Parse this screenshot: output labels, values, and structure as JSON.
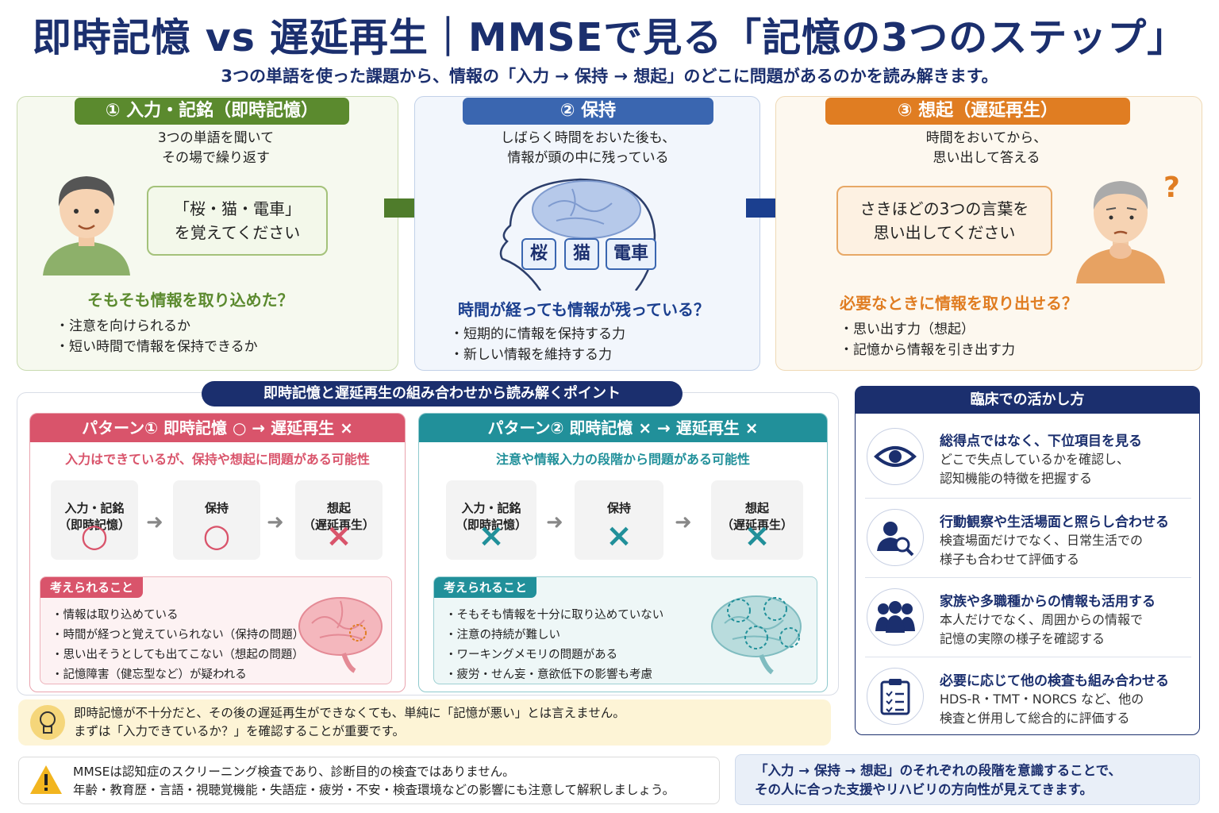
{
  "header": {
    "title": "即時記憶 vs 遅延再生｜MMSEで見る「記憶の3つのステップ」",
    "subtitle": "3つの単語を使った課題から、情報の「入力 → 保持 → 想起」のどこに問題があるのかを読み解きます。"
  },
  "stages": [
    {
      "label": "① 入力・記銘（即時記憶）",
      "desc": "3つの単語を聞いて\nその場で繰り返す",
      "bubble": "「桜・猫・電車」\nを覚えてください",
      "question": "そもそも情報を取り込めた？",
      "bullets": "・注意を向けられるか\n・短い時間で情報を保持できるか",
      "color": "#5b8a2e"
    },
    {
      "label": "② 保持",
      "desc": "しばらく時間をおいた後も、\n情報が頭の中に残っている",
      "words": [
        "桜",
        "猫",
        "電車"
      ],
      "question": "時間が経っても情報が残っている？",
      "bullets": "・短期的に情報を保持する力\n・新しい情報を維持する力",
      "color": "#3a66b0"
    },
    {
      "label": "③ 想起（遅延再生）",
      "desc": "時間をおいてから、\n思い出して答える",
      "bubble": "さきほどの3つの言葉を\n思い出してください",
      "question": "必要なときに情報を取り出せる？",
      "bullets": "・思い出す力（想起）\n・記憶から情報を引き出す力",
      "color": "#e07d22"
    }
  ],
  "patterns_section": {
    "title": "即時記憶と遅延再生の組み合わせから読み解くポイント",
    "steps": [
      "入力・記銘\n（即時記憶）",
      "保持",
      "想起\n（遅延再生）"
    ],
    "patterns": [
      {
        "title": "パターン① 即時記憶 ○ → 遅延再生 ×",
        "sub": "入力はできているが、保持や想起に問題がある可能性",
        "marks": [
          "○",
          "○",
          "×"
        ],
        "tag": "考えられること",
        "items": "・情報は取り込めている\n・時間が経つと覚えていられない（保持の問題）\n・思い出そうとしても出てこない（想起の問題）\n・記憶障害（健忘型など）が疑われる",
        "color": "#d9546b"
      },
      {
        "title": "パターン② 即時記憶 × → 遅延再生 ×",
        "sub": "注意や情報入力の段階から問題がある可能性",
        "marks": [
          "×",
          "×",
          "×"
        ],
        "tag": "考えられること",
        "items": "・そもそも情報を十分に取り込めていない\n・注意の持続が難しい\n・ワーキングメモリの問題がある\n・疲労・せん妄・意欲低下の影響も考慮",
        "color": "#21909a"
      }
    ]
  },
  "clinical": {
    "title": "臨床での活かし方",
    "items": [
      {
        "icon": "eye-icon",
        "title": "総得点ではなく、下位項目を見る",
        "desc": "どこで失点しているかを確認し、\n認知機能の特徴を把握する"
      },
      {
        "icon": "person-search-icon",
        "title": "行動観察や生活場面と照らし合わせる",
        "desc": "検査場面だけでなく、日常生活での\n様子も合わせて評価する"
      },
      {
        "icon": "people-icon",
        "title": "家族や多職種からの情報も活用する",
        "desc": "本人だけでなく、周囲からの情報で\n記憶の実際の様子を確認する"
      },
      {
        "icon": "clipboard-icon",
        "title": "必要に応じて他の検査も組み合わせる",
        "desc": "HDS-R・TMT・NORCS など、他の\n検査と併用して総合的に評価する"
      }
    ]
  },
  "tip": "即時記憶が不十分だと、その後の遅延再生ができなくても、単純に「記憶が悪い」とは言えません。\nまずは「入力できているか？」を確認することが重要です。",
  "warning": "MMSEは認知症のスクリーニング検査であり、診断目的の検査ではありません。\n年齢・教育歴・言語・視聴覚機能・失語症・疲労・不安・検査環境などの影響にも注意して解釈しましょう。",
  "conclusion": "「入力 → 保持 → 想起」のそれぞれの段階を意識することで、\nその人に合った支援やリハビリの方向性が見えてきます。"
}
